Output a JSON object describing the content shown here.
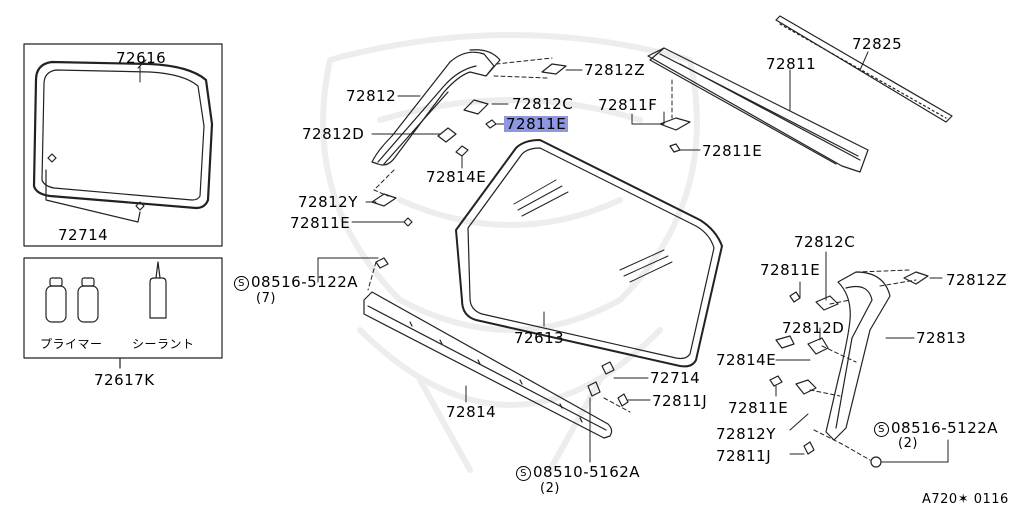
{
  "parts": {
    "p72616": "72616",
    "p72714_box": "72714",
    "p72617K": "72617K",
    "primer": "プライマー",
    "sealant": "シーラント",
    "p72812": "72812",
    "p72812Z_top": "72812Z",
    "p72812C_top": "72812C",
    "p72811E_hl": "72811E",
    "p72812D_left": "72812D",
    "p72814E_top": "72814E",
    "p72812Y_left": "72812Y",
    "p72811E_left": "72811E",
    "p72811F": "72811F",
    "p72811E_mid": "72811E",
    "p72811": "72811",
    "p72825": "72825",
    "p72613": "72613",
    "p72814": "72814",
    "p72714_mid": "72714",
    "p72811J_mid": "72811J",
    "p72812C_right": "72812C",
    "p72811E_right1": "72811E",
    "p72812Z_right": "72812Z",
    "p72812D_right": "72812D",
    "p72813": "72813",
    "p72814E_right": "72814E",
    "p72811E_right2": "72811E",
    "p72812Y_right": "72812Y",
    "p72811J_right": "72811J"
  },
  "bolts": {
    "b1_code": "08516-5122A",
    "b1_qty": "(7)",
    "b2_code": "08510-5162A",
    "b2_qty": "(2)",
    "b3_code": "08516-5122A",
    "b3_qty": "(2)",
    "s_mark": "S"
  },
  "footer": {
    "code": "A720✶ 0116"
  }
}
